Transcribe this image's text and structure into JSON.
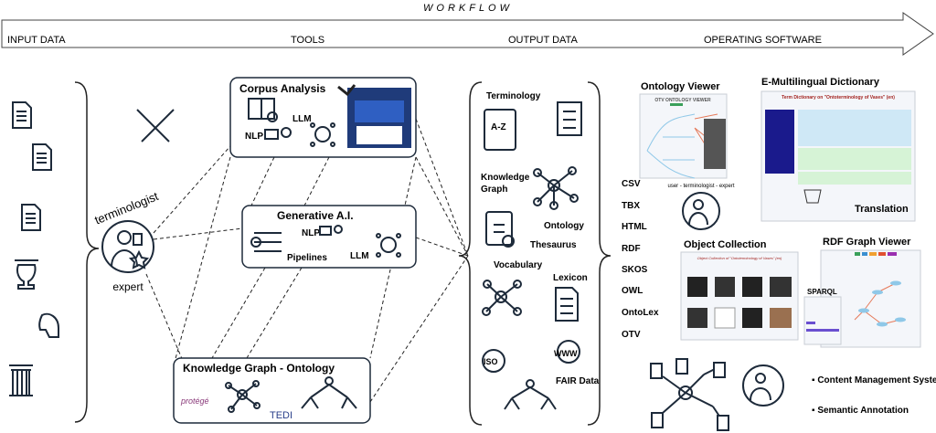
{
  "header": {
    "title": "WORKFLOW",
    "stages": [
      "INPUT DATA",
      "TOOLS",
      "OUTPUT DATA",
      "OPERATING SOFTWARE"
    ]
  },
  "center": {
    "role_top": "terminologist",
    "role_bottom": "expert"
  },
  "tools": {
    "corpus": {
      "title": "Corpus Analysis",
      "nlp": "NLP",
      "llm": "LLM"
    },
    "genai": {
      "title": "Generative A.I.",
      "nlp": "NLP",
      "pipelines": "Pipelines",
      "llm": "LLM"
    },
    "kg": {
      "title": "Knowledge Graph - Ontology",
      "protege": "protégé",
      "tedi": "TEDI"
    }
  },
  "outputs": {
    "terminology": "Terminology",
    "az": "A-Z",
    "knowledge_graph": "Knowledge Graph",
    "ontology": "Ontology",
    "thesaurus": "Thesaurus",
    "vocabulary": "Vocabulary",
    "lexicon": "Lexicon",
    "iso": "ISO",
    "www": "WWW",
    "fair": "FAIR Data"
  },
  "formats": [
    "CSV",
    "TBX",
    "HTML",
    "RDF",
    "SKOS",
    "OWL",
    "OntoLex",
    "OTV"
  ],
  "software": {
    "ontology_viewer": "Ontology Viewer",
    "otv_title": "OTV ONTOLOGY VIEWER",
    "dictionary": "E-Multilingual Dictionary",
    "dict_title": "Term Dictionary on \"Ontoterminology of Vases\" (en)",
    "translation": "Translation",
    "object_collection": "Object Collection",
    "coll_title": "Object Collection of \"Ontoterminology of Vases\" (en)",
    "rdf_viewer": "RDF Graph Viewer",
    "sparql": "SPARQL",
    "user_circle": "user - terminologist - expert",
    "cms": "Content Management System",
    "annotation": "Semantic Annotation"
  },
  "colors": {
    "ink": "#1d2a3a",
    "dict_title": "#a3231f",
    "dict_nav": "#1a1a8c",
    "info_blue": "#cfe8f6",
    "info_green": "#d6f3d6",
    "graph_node": "#8fc8e8",
    "graph_edge": "#e57a5a"
  }
}
